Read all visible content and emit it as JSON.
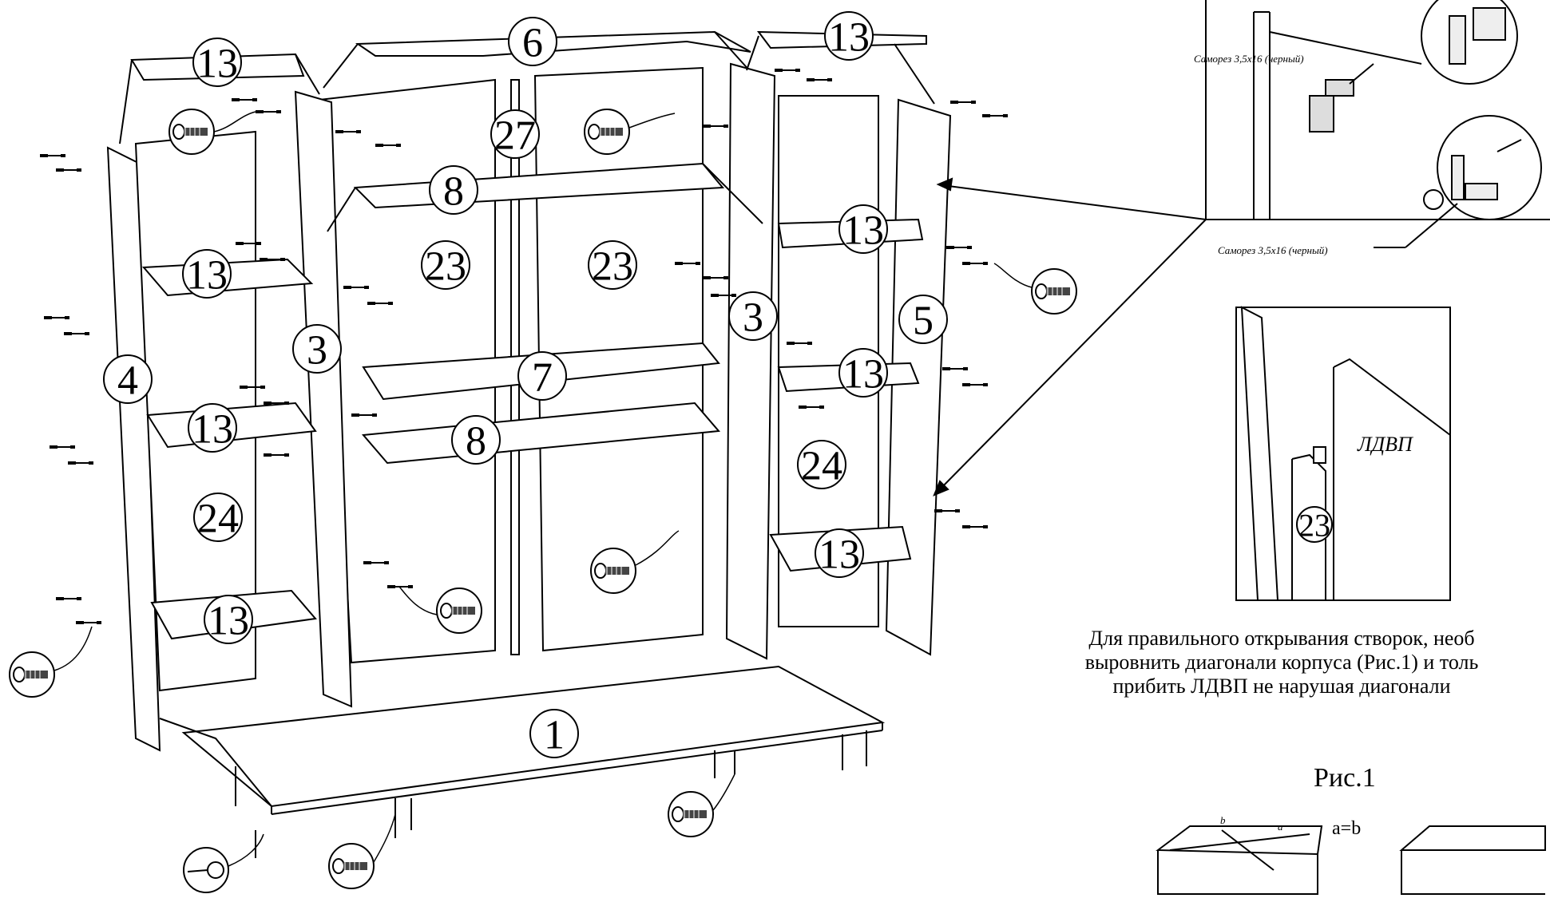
{
  "diagram": {
    "parts": {
      "p1": "1",
      "p3": "3",
      "p4": "4",
      "p5": "5",
      "p6": "6",
      "p7": "7",
      "p8": "8",
      "p13": "13",
      "p23": "23",
      "p24": "24",
      "p27": "27"
    },
    "screw_caption": "Саморез 3,5х16 (черный)",
    "ldvp_label": "ЛДВП",
    "inset_part": "23",
    "note_lines": [
      "Для правильного открывания  створок, необ",
      "выровнить диагонали корпуса (Рис.1) и толь",
      "прибить ЛДВП не нарушая диагонали"
    ],
    "figure_label": "Рис.1",
    "diag_a": "a",
    "diag_b": "b",
    "equation": "a=b",
    "icons": [
      "screw-icon",
      "cam-lock-icon",
      "hinge-icon",
      "nail-icon"
    ]
  }
}
